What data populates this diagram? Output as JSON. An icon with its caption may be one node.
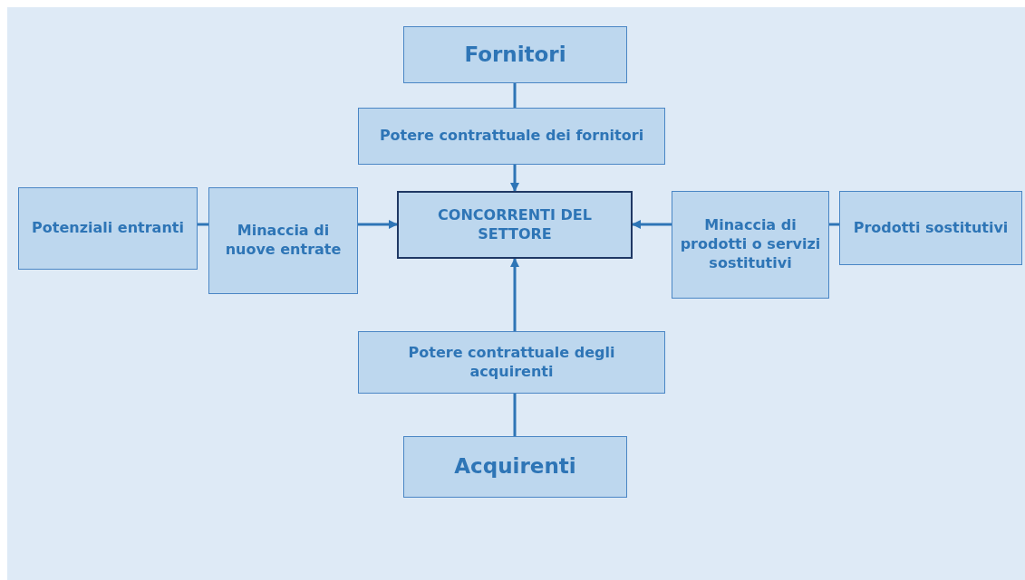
{
  "diagram": {
    "nodes": [
      {
        "text": [
          "Fornitori"
        ]
      },
      {
        "text": [
          "Potere contrattuale dei fornitori"
        ]
      },
      {
        "text": [
          "Potenziali entranti"
        ]
      },
      {
        "text": [
          "Minaccia di nuove entrate"
        ]
      },
      {
        "text": [
          "CONCORRENTI DEL SETTORE"
        ]
      },
      {
        "text": [
          "Minaccia di prodotti o servizi sostitutivi"
        ]
      },
      {
        "text": [
          "Prodotti sostitutivi"
        ]
      },
      {
        "text": [
          "Potere contrattuale degli acquirenti"
        ]
      },
      {
        "text": [
          "Acquirenti"
        ]
      }
    ],
    "edges": [
      {
        "from": 0,
        "to": 1,
        "arrow": "none"
      },
      {
        "from": 1,
        "to": 4,
        "arrow": "to"
      },
      {
        "from": 2,
        "to": 3,
        "arrow": "none"
      },
      {
        "from": 3,
        "to": 4,
        "arrow": "to"
      },
      {
        "from": 6,
        "to": 5,
        "arrow": "none"
      },
      {
        "from": 5,
        "to": 4,
        "arrow": "to"
      },
      {
        "from": 8,
        "to": 7,
        "arrow": "none"
      },
      {
        "from": 7,
        "to": 4,
        "arrow": "to"
      }
    ]
  }
}
